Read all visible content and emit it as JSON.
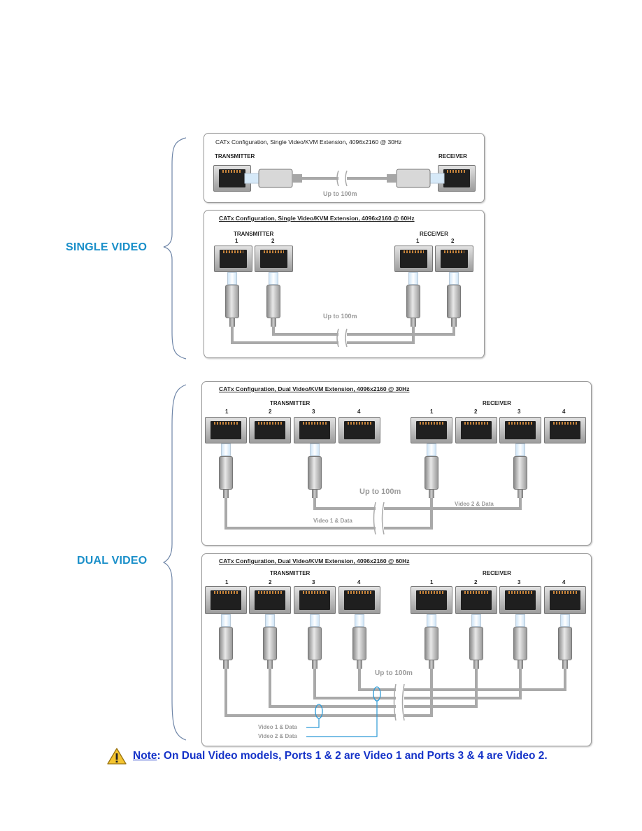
{
  "groups": {
    "single": "SINGLE VIDEO",
    "dual": "DUAL VIDEO"
  },
  "panels": [
    {
      "title": "CATx Configuration, Single Video/KVM Extension, 4096x2160 @ 30Hz",
      "transmitter": "TRANSMITTER",
      "receiver": "RECEIVER",
      "distance": "Up to 100m"
    },
    {
      "title": "CATx Configuration, Single Video/KVM Extension, 4096x2160 @ 60Hz",
      "transmitter": "TRANSMITTER",
      "receiver": "RECEIVER",
      "tx_ports": [
        "1",
        "2"
      ],
      "rx_ports": [
        "1",
        "2"
      ],
      "distance": "Up to 100m"
    },
    {
      "title": "CATx Configuration, Dual Video/KVM Extension, 4096x2160 @ 30Hz",
      "transmitter": "TRANSMITTER",
      "receiver": "RECEIVER",
      "tx_ports": [
        "1",
        "2",
        "3",
        "4"
      ],
      "rx_ports": [
        "1",
        "2",
        "3",
        "4"
      ],
      "distance": "Up to 100m",
      "link1": "Video 1 & Data",
      "link2": "Video 2 & Data"
    },
    {
      "title": "CATx Configuration, Dual Video/KVM Extension, 4096x2160 @ 60Hz",
      "transmitter": "TRANSMITTER",
      "receiver": "RECEIVER",
      "tx_ports": [
        "1",
        "2",
        "3",
        "4"
      ],
      "rx_ports": [
        "1",
        "2",
        "3",
        "4"
      ],
      "distance": "Up to 100m",
      "link1": "Video 1 & Data",
      "link2": "Video 2 & Data"
    }
  ],
  "note": {
    "icon": "warning-icon",
    "label": "Note",
    "text": ": On Dual Video models, Ports 1 & 2 are Video 1 and Ports 3 & 4 are Video 2."
  },
  "colors": {
    "heading": "#1a8fc9",
    "note": "#1533c8",
    "cable": "#a9a9a9",
    "callout": "#2d9ad6"
  }
}
